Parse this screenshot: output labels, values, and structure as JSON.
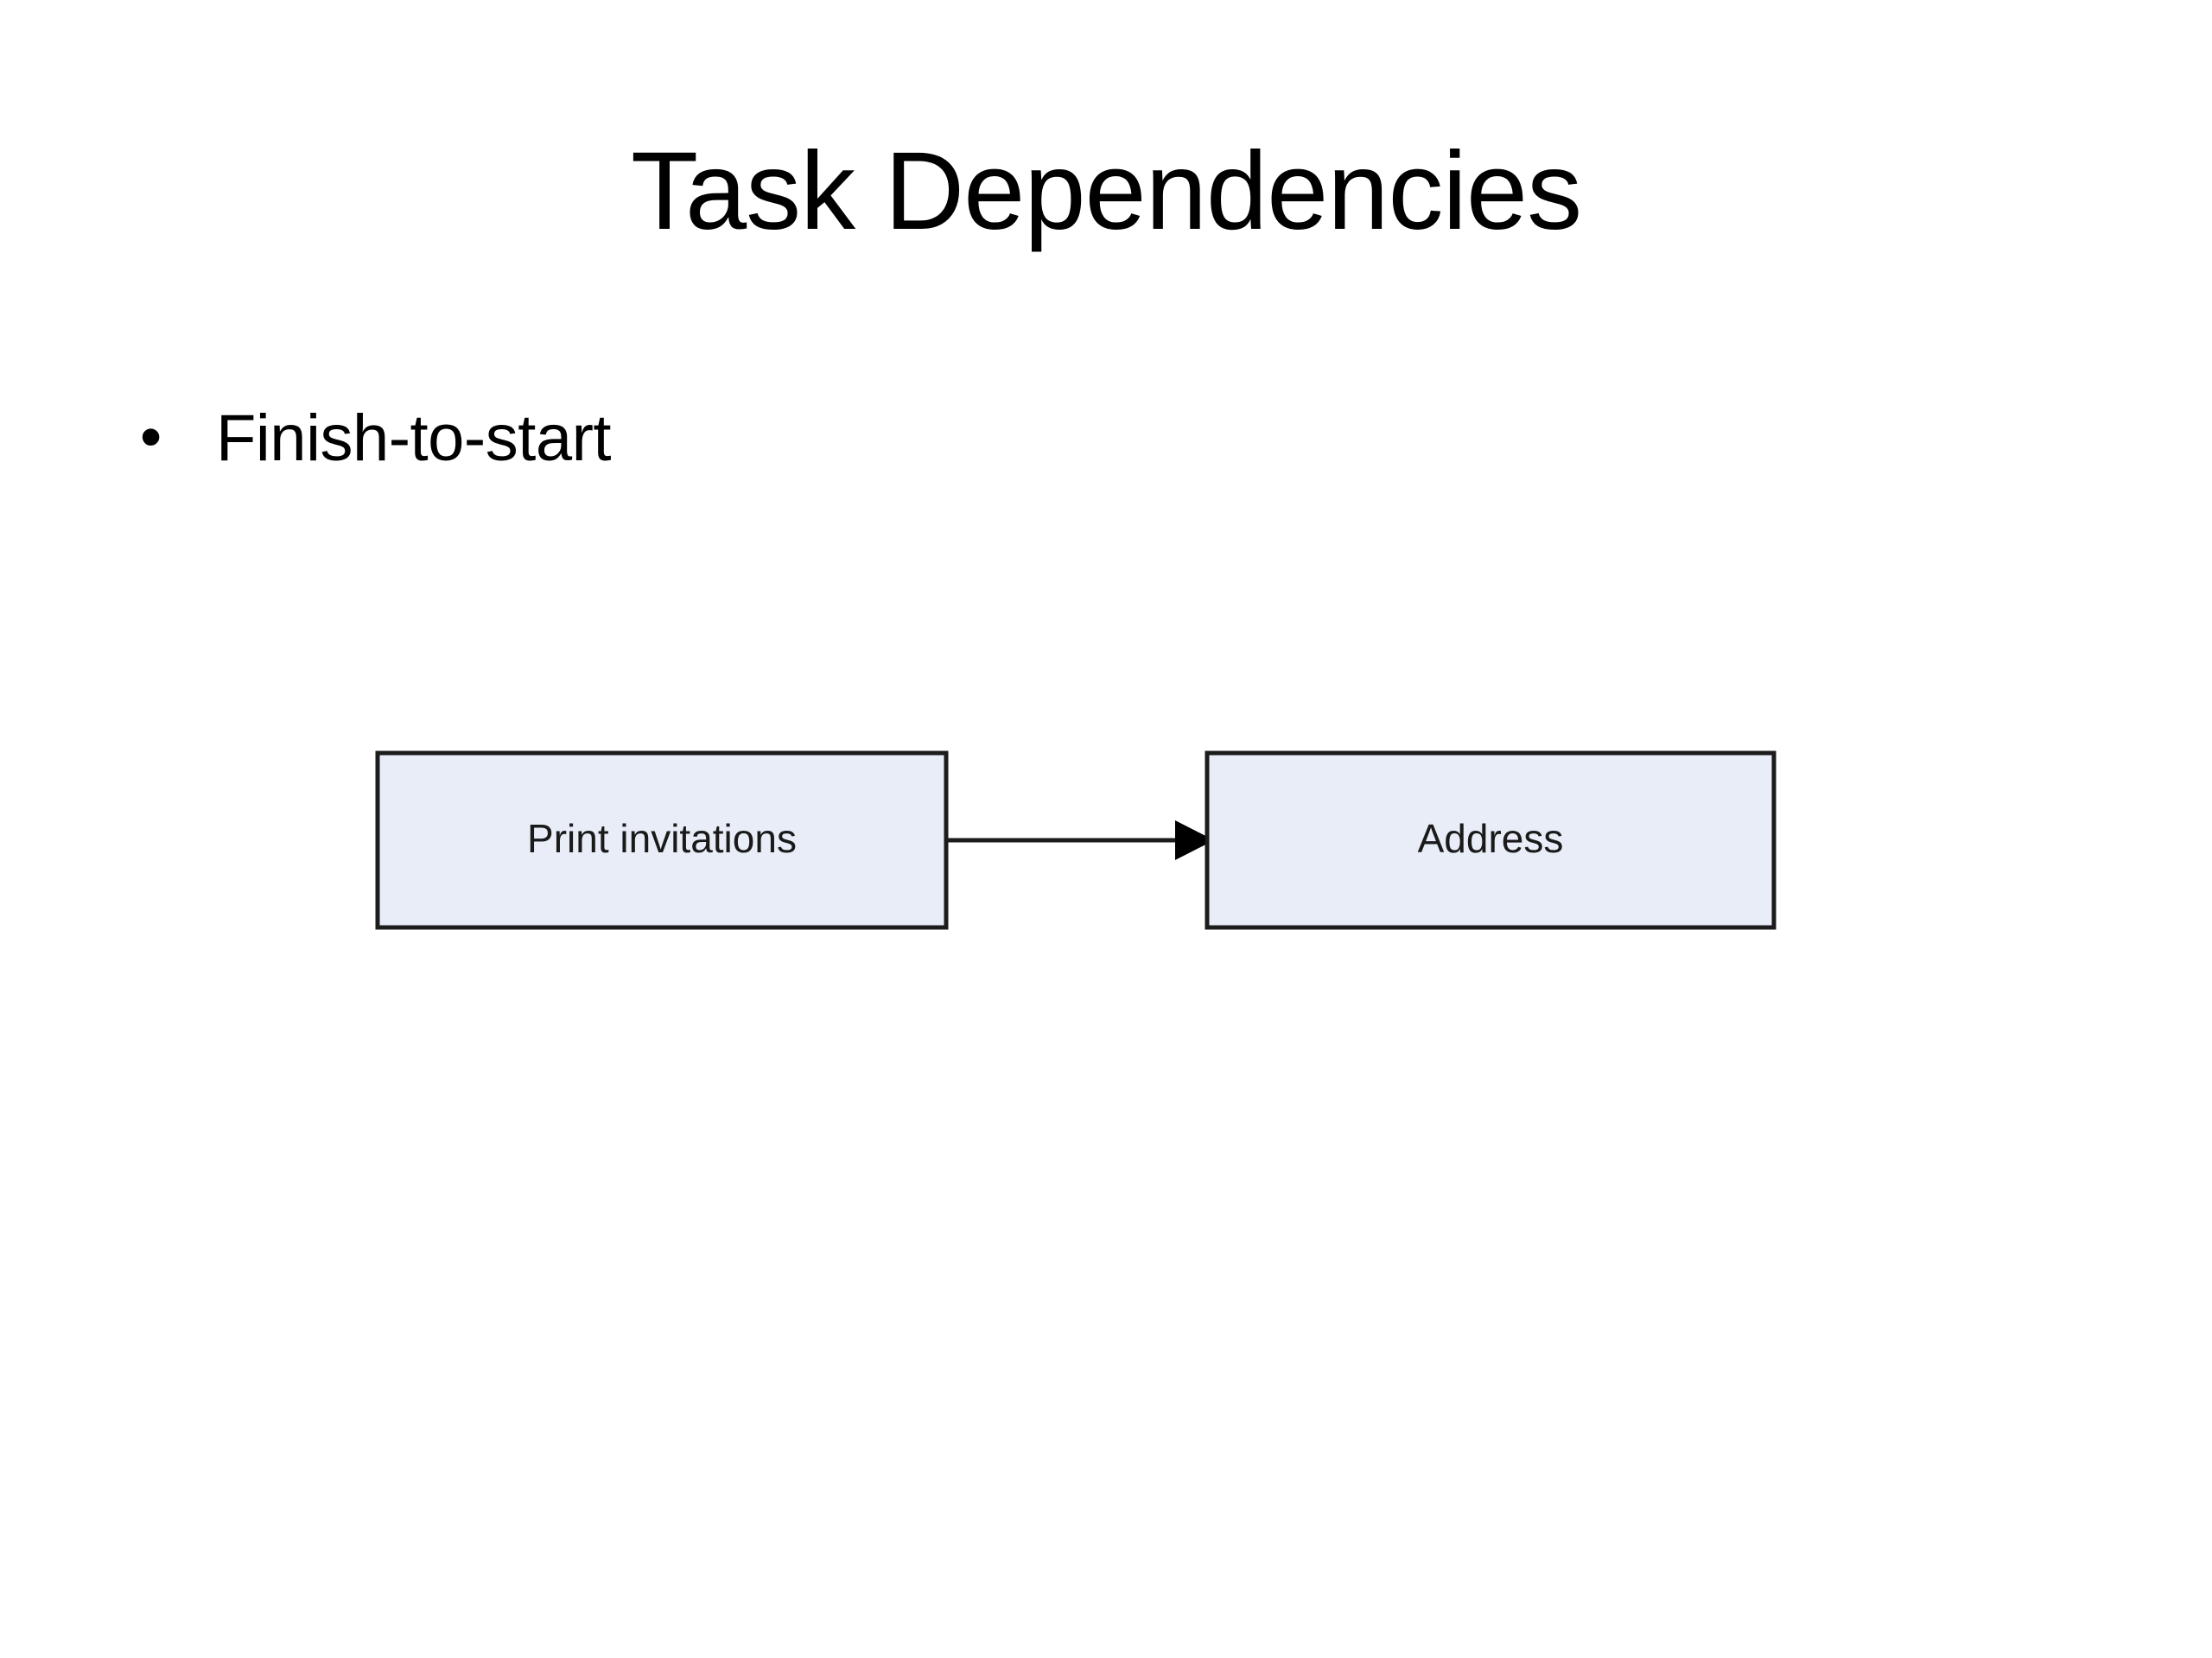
{
  "slide": {
    "title": "Task Dependencies",
    "background_color": "#ffffff",
    "text_color": "#000000"
  },
  "bullets": [
    {
      "marker": "•",
      "text": "Finish-to-start"
    }
  ],
  "diagram": {
    "type": "flowchart",
    "node_fill_color": "#e8edf7",
    "node_border_color": "#1c1c1c",
    "edge_color": "#1c1c1c",
    "nodes": [
      {
        "id": "print-invitations",
        "label": "Print invitations"
      },
      {
        "id": "address",
        "label": "Address"
      }
    ],
    "edges": [
      {
        "from": "print-invitations",
        "to": "address",
        "arrowhead": "solid-triangle",
        "label": ""
      }
    ]
  }
}
